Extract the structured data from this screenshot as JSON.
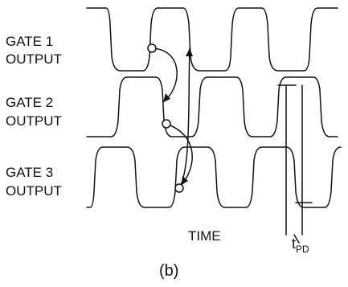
{
  "labels": {
    "gate1_line1": "GATE 1",
    "gate1_line2": "OUTPUT",
    "gate2_line1": "GATE 2",
    "gate2_line2": "OUTPUT",
    "gate3_line1": "GATE 3",
    "gate3_line2": "OUTPUT",
    "time_axis": "TIME",
    "tpd_main": "t",
    "tpd_sub": "PD",
    "caption": "(b)"
  },
  "colors": {
    "stroke": "#111111",
    "background": "#ffffff"
  }
}
